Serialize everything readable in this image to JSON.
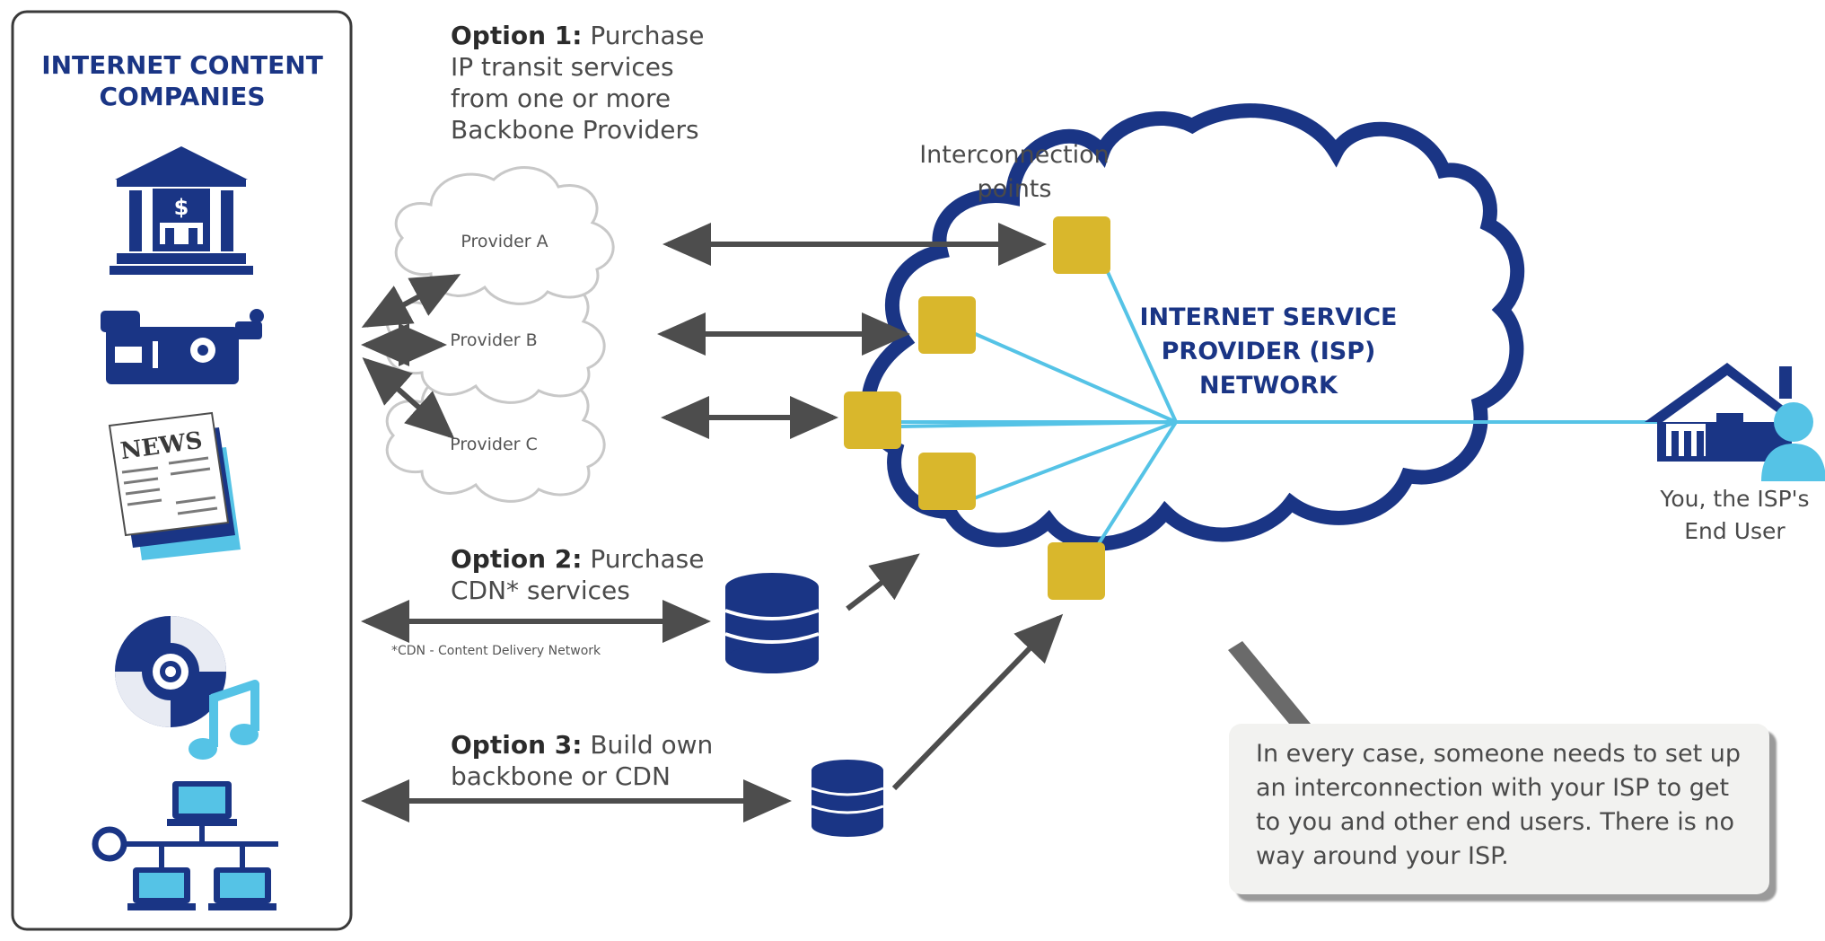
{
  "left_panel": {
    "title_line1": "INTERNET CONTENT",
    "title_line2": "COMPANIES",
    "icons": [
      "bank-icon",
      "video-camera-icon",
      "newspaper-icon",
      "cd-music-icon",
      "network-computers-icon"
    ],
    "newspaper_label": "NEWS",
    "bank_symbol": "$"
  },
  "option1": {
    "bold": "Option 1:",
    "line1": " Purchase",
    "line2": "IP transit services",
    "line3": "from one or more",
    "line4": "Backbone Providers"
  },
  "providers": [
    "Provider A",
    "Provider B",
    "Provider C"
  ],
  "interconnection": {
    "line1": "Interconnection",
    "line2": "points"
  },
  "isp": {
    "line1": "INTERNET SERVICE",
    "line2": "PROVIDER (ISP)",
    "line3": "NETWORK"
  },
  "option2": {
    "bold": "Option 2:",
    "line1": " Purchase",
    "line2": "CDN* services",
    "footnote": "*CDN - Content Delivery Network"
  },
  "option3": {
    "bold": "Option 3:",
    "line1": " Build own",
    "line2": "backbone or CDN"
  },
  "end_user": {
    "line1": "You, the ISP's",
    "line2": "End User"
  },
  "callout": {
    "text": "In every case, someone needs to set up an interconnection with your ISP to get to you and other end users. There is no way around your ISP."
  },
  "colors": {
    "navy": "#1a3585",
    "light_blue": "#55c3e6",
    "gold": "#d9b72c",
    "arrow_gray": "#4d4d4d",
    "cloud_gray": "#c8c8c8"
  }
}
